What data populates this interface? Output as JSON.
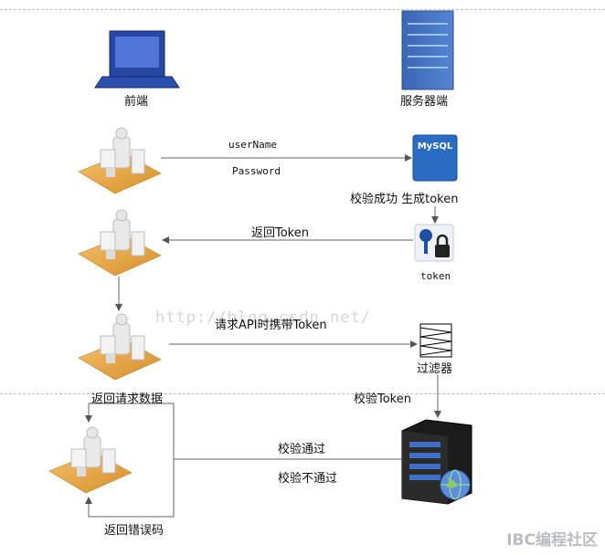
{
  "labels": {
    "frontend": "前端",
    "server": "服务器端",
    "username": "userName",
    "password": "Password",
    "verify_generate": "校验成功 生成token",
    "return_token": "返回Token",
    "token": "token",
    "request_with_token": "请求API时携带Token",
    "filter": "过滤器",
    "return_data": "返回请求数据",
    "verify_token": "校验Token",
    "verify_pass": "校验通过",
    "verify_fail": "校验不通过",
    "return_error": "返回错误码"
  },
  "mysql_label": "MySQL",
  "watermark": "http://blog.csdn.net/",
  "brand": "IBC编程社区",
  "icons": [
    "monitor-icon",
    "server-rack-icon",
    "user-workstation-icon",
    "mysql-icon",
    "key-lock-icon",
    "filter-icon",
    "server-globe-icon"
  ]
}
